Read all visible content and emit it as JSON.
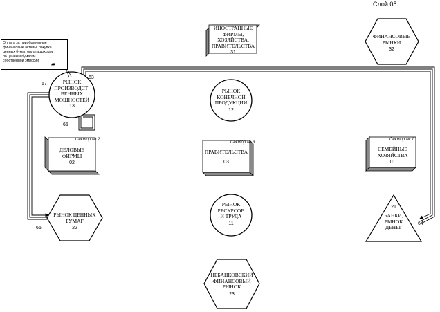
{
  "layer_title": "Слой 05",
  "note": "Оплата за приобретенные\nфинансовые активы: покупка\nценных бумаг, оплата доходов\nпо ценным бумагам\nсобственной эмиссии",
  "nodes": {
    "n31": {
      "name": "ИНОСТРАННЫЕ\nФИРМЫ,\nХОЗЯЙСТВА,\nПРАВИТЕЛЬСТВА",
      "code": "31"
    },
    "n32": {
      "name": "ФИНАНСОВЫЕ\nРЫНКИ",
      "code": "32"
    },
    "n13": {
      "name": "РЫНОК\nПРОИЗВОДСТ-\nВЕННЫХ\nМОЩНОСТЕЙ",
      "code": "13"
    },
    "n12": {
      "name": "РЫНОК\nКОНЕЧНОЙ\nПРОДУКЦИИ",
      "code": "12"
    },
    "n02": {
      "name": "ДЕЛОВЫЕ\nФИРМЫ",
      "code": "02",
      "sector": "Сектор № 2"
    },
    "n03": {
      "name": "ПРАВИТЕЛЬСТВА",
      "code": "03",
      "sector": "Сектор № 3"
    },
    "n01": {
      "name": "СЕМЕЙНЫЕ\nХОЗЯЙСТВА",
      "code": "01",
      "sector": "Сектор № 1"
    },
    "n22": {
      "name": "РЫНОК ЦЕННЫХ\nБУМАГ",
      "code": "22"
    },
    "n11": {
      "name": "РЫНОК\nРЕСУРСОВ\nИ ТРУДА",
      "code": "11"
    },
    "n21": {
      "name": "БАНКИ,\nРЫНОК\nДЕНЕГ",
      "code": "21"
    },
    "n23": {
      "name": "НЕБАНКОВСКИЙ\nФИНАНСОВЫЙ\nРЫНОК",
      "code": "23"
    }
  },
  "arrows": {
    "a63": "63",
    "a64": "64",
    "a65": "65",
    "a66": "66",
    "a67": "67"
  }
}
